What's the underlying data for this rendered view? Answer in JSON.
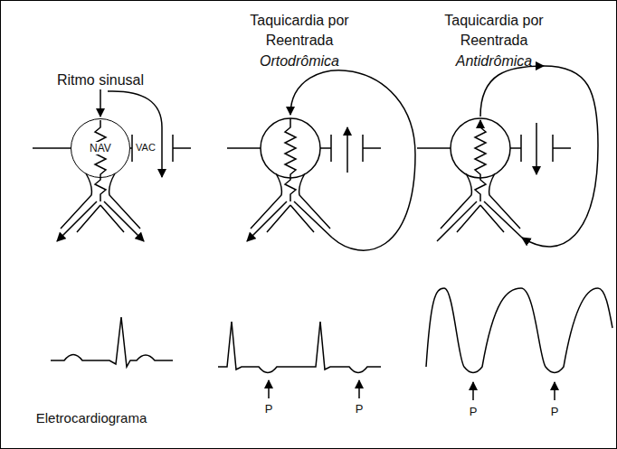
{
  "diagram": {
    "nodes": [
      {
        "text": [
          "NAV"
        ]
      }
    ],
    "labels": [
      "Ritmo sinusal",
      "Taquicardia por Reentrada",
      "Ortodrômica",
      "Taquicardia por Reentrada",
      "Antidrômica",
      "VAC",
      "Eletrocardiograma",
      "P",
      "P",
      "P",
      "P"
    ]
  }
}
